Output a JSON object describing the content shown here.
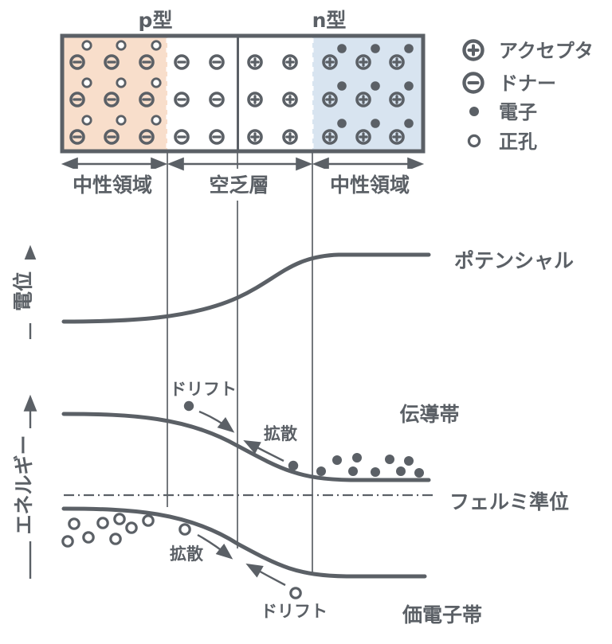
{
  "colors": {
    "ink": "#5b6066",
    "reference_line": "#74787d",
    "p_region_fill": "#f8decb",
    "n_region_fill": "#d8e4f0",
    "background": "#ffffff"
  },
  "junction": {
    "p_type_label": "p型",
    "n_type_label": "n型",
    "region_labels": [
      "中性領域",
      "空乏層",
      "中性領域"
    ],
    "acceptor_positions_p": [
      [
        97,
        78
      ],
      [
        140,
        78
      ],
      [
        184,
        78
      ],
      [
        97,
        125
      ],
      [
        140,
        125
      ],
      [
        184,
        125
      ],
      [
        97,
        172
      ],
      [
        140,
        172
      ],
      [
        184,
        172
      ]
    ],
    "hole_offset": [
      12,
      -21
    ],
    "acceptor_positions_depletion": [
      [
        228,
        78
      ],
      [
        272,
        78
      ],
      [
        228,
        125
      ],
      [
        272,
        125
      ],
      [
        228,
        172
      ],
      [
        272,
        172
      ]
    ],
    "donor_positions_depletion": [
      [
        320,
        78
      ],
      [
        364,
        78
      ],
      [
        320,
        125
      ],
      [
        364,
        125
      ],
      [
        320,
        172
      ],
      [
        364,
        172
      ]
    ],
    "donor_positions_n": [
      [
        414,
        78
      ],
      [
        456,
        78
      ],
      [
        498,
        78
      ],
      [
        414,
        125
      ],
      [
        456,
        125
      ],
      [
        498,
        125
      ],
      [
        414,
        172
      ],
      [
        456,
        172
      ],
      [
        498,
        172
      ]
    ],
    "electron_offset": [
      15,
      -17
    ]
  },
  "legend": {
    "items": [
      {
        "icon": "acceptor-ion-icon",
        "label": "アクセプタ"
      },
      {
        "icon": "donor-ion-icon",
        "label": "ドナー"
      },
      {
        "icon": "electron-icon",
        "label": "電子"
      },
      {
        "icon": "hole-icon",
        "label": "正孔"
      }
    ]
  },
  "potential": {
    "axis_label": "電位",
    "curve_label": "ポテンシャル"
  },
  "energy": {
    "axis_label": "エネルギー",
    "conduction_band_label": "伝導帯",
    "fermi_level_label": "フェルミ準位",
    "valence_band_label": "価電子帯",
    "cb_drift_label": "ドリフト",
    "cb_diffusion_label": "拡散",
    "vb_diffusion_label": "拡散",
    "vb_drift_label": "ドリフト",
    "cb_electrons": [
      [
        403,
        592
      ],
      [
        423,
        578
      ],
      [
        443,
        592
      ],
      [
        448,
        575
      ],
      [
        471,
        593
      ],
      [
        489,
        577
      ],
      [
        503,
        592
      ],
      [
        513,
        579
      ],
      [
        526,
        594
      ]
    ],
    "cb_drift_electron": [
      237,
      510
    ],
    "cb_diffusion_electron": [
      368,
      585
    ],
    "vb_holes": [
      [
        93,
        658
      ],
      [
        85,
        680
      ],
      [
        111,
        675
      ],
      [
        129,
        657
      ],
      [
        145,
        677
      ],
      [
        150,
        652
      ],
      [
        165,
        663
      ],
      [
        186,
        654
      ]
    ],
    "vb_diffusion_hole": [
      232,
      665
    ],
    "vb_drift_hole": [
      371,
      745
    ]
  }
}
